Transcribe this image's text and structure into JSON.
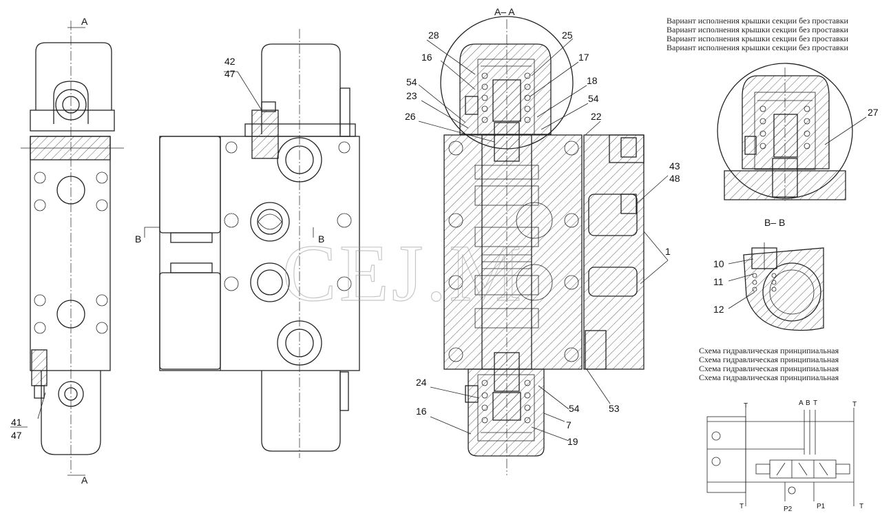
{
  "section_titles": {
    "aa": "A– A",
    "bb": "B– B"
  },
  "cut_marks": {
    "a": "A",
    "b": "B"
  },
  "note_variant": [
    "Вариант исполнения крышки секции без проставки",
    "Вариант исполнения крышки секции без проставки",
    "Вариант исполнения крышки секции без проставки",
    "Вариант исполнения крышки секции без проставки"
  ],
  "note_scheme": [
    "Схема гидравлическая принципиальная",
    "Схема гидравлическая принципиальная",
    "Схема гидравлическая принципиальная",
    "Схема гидравлическая принципиальная"
  ],
  "watermark": "CEJ.M",
  "callouts": {
    "c42": "42",
    "c47a": "47",
    "c41": "41",
    "c47b": "47",
    "c28": "28",
    "c25": "25",
    "c16a": "16",
    "c17": "17",
    "c54a": "54",
    "c18": "18",
    "c23": "23",
    "c54b": "54",
    "c26": "26",
    "c22": "22",
    "c43": "43",
    "c48": "48",
    "c1": "1",
    "c24": "24",
    "c54c": "54",
    "c16b": "16",
    "c7": "7",
    "c19": "19",
    "c53": "53",
    "c27": "27",
    "c10": "10",
    "c11": "11",
    "c12": "12"
  },
  "scheme_ports": {
    "t1": "T",
    "a": "A",
    "b": "B",
    "t2": "T",
    "t3": "T",
    "t4": "T",
    "t5": "T",
    "p2": "P2",
    "p1": "P1"
  }
}
